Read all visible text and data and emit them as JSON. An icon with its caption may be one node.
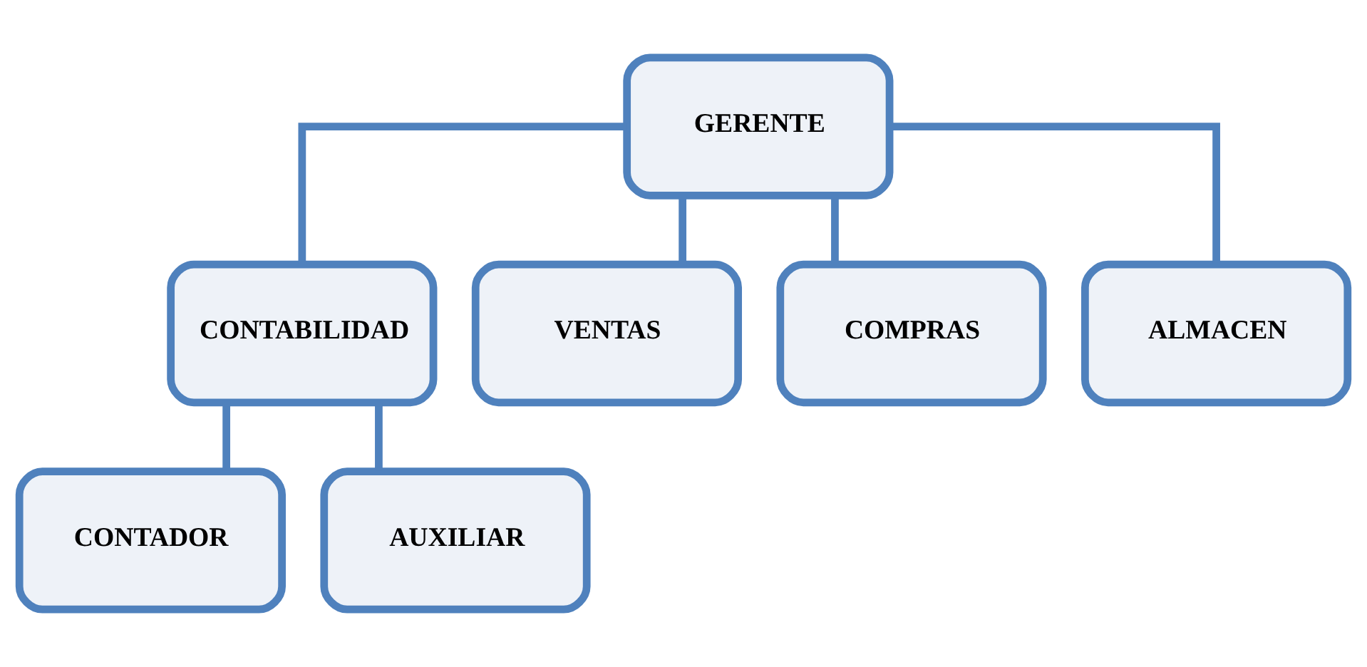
{
  "diagram": {
    "nodes": [
      {
        "text": [
          "GERENTE"
        ]
      },
      {
        "text": [
          "CONTABILIDAD"
        ]
      },
      {
        "text": [
          "VENTAS"
        ]
      },
      {
        "text": [
          "COMPRAS"
        ]
      },
      {
        "text": [
          "ALMACEN"
        ]
      },
      {
        "text": [
          "CONTADOR"
        ]
      },
      {
        "text": [
          "AUXILIAR"
        ]
      }
    ],
    "edges": [
      {
        "from": 0,
        "to": 1,
        "arrow": "none"
      },
      {
        "from": 0,
        "to": 2,
        "arrow": "none"
      },
      {
        "from": 0,
        "to": 3,
        "arrow": "none"
      },
      {
        "from": 0,
        "to": 4,
        "arrow": "none"
      },
      {
        "from": 1,
        "to": 5,
        "arrow": "none"
      },
      {
        "from": 1,
        "to": 6,
        "arrow": "none"
      }
    ]
  }
}
